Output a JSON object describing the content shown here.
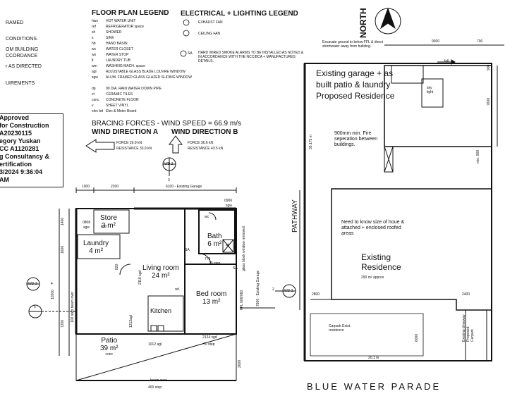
{
  "left_notes": [
    "RAMED",
    "CONDITIONS.",
    "OM BUILDING",
    "CCORDANCE",
    "r AS DIRECTED",
    "UIREMENTS"
  ],
  "floor_legend": {
    "title": "FLOOR PLAN LEGEND",
    "items": [
      {
        "abbr": "hws",
        "desc": "HOT WATER UNIT"
      },
      {
        "abbr": "ref",
        "desc": "REFRIGERATOR space"
      },
      {
        "abbr": "sh",
        "desc": "SHOWER"
      },
      {
        "abbr": "s",
        "desc": "SINK"
      },
      {
        "abbr": "hb",
        "desc": "HAND BASIN"
      },
      {
        "abbr": "wc",
        "desc": "WATER CLOSET"
      },
      {
        "abbr": "ws",
        "desc": "WATER STOP"
      },
      {
        "abbr": "lt",
        "desc": "LAUNDRY TUB"
      },
      {
        "abbr": "wm",
        "desc": "WASHING MACH. space"
      },
      {
        "abbr": "agl",
        "desc": "ADJUSTABLE GLASS BLADE LOUVRE WINDOW"
      },
      {
        "abbr": "sgw",
        "desc": "ALUM. FRAMED GLASS GLAZED SLIDING WINDOW"
      },
      {
        "abbr": "dp",
        "desc": "90 DIA. RAIN WATER DOWN PIPE"
      },
      {
        "abbr": "ct",
        "desc": "CERAMIC TILES"
      },
      {
        "abbr": "conc",
        "desc": "CONCRETE FLOOR"
      },
      {
        "abbr": "v",
        "desc": "SHEET VINYL"
      },
      {
        "abbr": "elec bd",
        "desc": "Elec & Meter Board"
      }
    ]
  },
  "electrical_legend": {
    "title": "ELECTRICAL + LIGHTING LEGEND",
    "exhaust": "EXHAUST FAN",
    "ceiling": "CEILING FAN",
    "sa_label": "SA",
    "smoke_note": "HARD WIRED SMOKE ALARMS TO BE INSTALLED AS NOTED & IN ACCORDANCE WITH THE NCC/BCA + MANUFACTURES DETAILS."
  },
  "stamp": [
    "Approved",
    "for Construction",
    "A20230115",
    "egory Yuskan",
    "CC A1120281",
    "g Consultancy &",
    "ertification",
    "3/2024 9:36:04",
    "AM"
  ],
  "bracing": {
    "title": "BRACING FORCES - WIND SPEED = 66.9 m/s",
    "dir_a": "WIND DIRECTION A",
    "dir_b": "WIND DIRECTION B",
    "force_a": "FORCE 29.9 kN",
    "res_a": "RESISTANCE 33.9 kN",
    "force_b": "FORCE 36.6 kN",
    "res_b": "RESISTANCE 43.5 kN"
  },
  "floor_plan": {
    "wd2_top": "WD 2",
    "wd3": "WD 3",
    "wd2_right": "WD 2",
    "num3": "3",
    "num4": "4",
    "num2": "2",
    "num5": "5",
    "dim_1000": "1000",
    "dim_2200": "2200",
    "dim_6100": "6100 - Existing Garage",
    "dim_0906": "0906",
    "dim_sgw": "sgw",
    "dim_1400": "1400",
    "dim_1600": "1600",
    "dim_10200": "10200",
    "dim_7200": "7200",
    "dim_2600": "2600",
    "dim_0808": "0808",
    "dim_sgw2": "sgw",
    "dim_820a": "820",
    "dim_820b": "820",
    "dim_770": "770",
    "dim_70step": "70 step",
    "dim_2124": "2124 sgd",
    "dim_1012": "1012 agl",
    "dim_1212": "1212agl",
    "dim_2118": "2118 sgd",
    "dim_70": "70 step",
    "dim_100": "100 step beam over",
    "dim_400": "400 step",
    "beam_over": "beam over",
    "glass_block": "glass block window removed",
    "existing_garage_v": "7600 - Existing Garage",
    "ffl": "FFL 606/060",
    "ref": "ref.",
    "sa1": "SA",
    "sa2": "SA",
    "sh": "sh",
    "wc": "wc",
    "store": "Store",
    "store_area": "3 m²",
    "laundry": "Laundry",
    "laundry_area": "4 m²",
    "living": "Living room",
    "living_area": "24 m²",
    "bath": "Bath",
    "bath_area": "6 m²",
    "bed": "Bed room",
    "bed_area": "13 m²",
    "kitchen": "Kitchen",
    "patio": "Patio",
    "patio_area": "39 m²",
    "patio_conc": "conc"
  },
  "site_plan": {
    "north": "NORTH",
    "excavate": "Excavate ground to below FFL & direct stormwater away from building.",
    "dim_9300": "9300",
    "dim_700": "700",
    "dim_900": "900",
    "fall": "fall",
    "skylight": "sky light",
    "garage_note": "Existing garage + as built patio & laundry Proposed Residence",
    "dim_7600": "7600",
    "dim_35175": "35.175 m",
    "fire_sep": "900mm min. Fire seperation between buildings.",
    "min900": "min. 900",
    "pathway": "PATHWAY",
    "need_know": "Need to know size of houe & attached + enclosed roofed areas",
    "existing_res": "Existing Residence",
    "res_area": "290 m² approx",
    "dim_2800": "2800",
    "dim_2400": "2400",
    "carpark": "Carpark Exist. residence",
    "dim_6000": "6000",
    "driveway": "Existing driveway Proposed Carpark",
    "dim_201": "20.1 m",
    "street": "BLUE WATER PARADE"
  }
}
